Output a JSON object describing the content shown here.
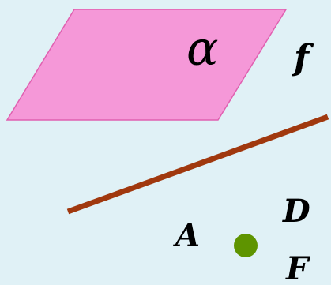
{
  "diagram": {
    "plane_label": "α",
    "line_label": "f",
    "labels": {
      "A": "A",
      "D": "D",
      "F": "F"
    },
    "colors": {
      "background": "#e0f1f6",
      "plane_fill": "#f598d8",
      "plane_stroke": "#e060b0",
      "line": "#a0380e",
      "point": "#5e9400"
    }
  }
}
